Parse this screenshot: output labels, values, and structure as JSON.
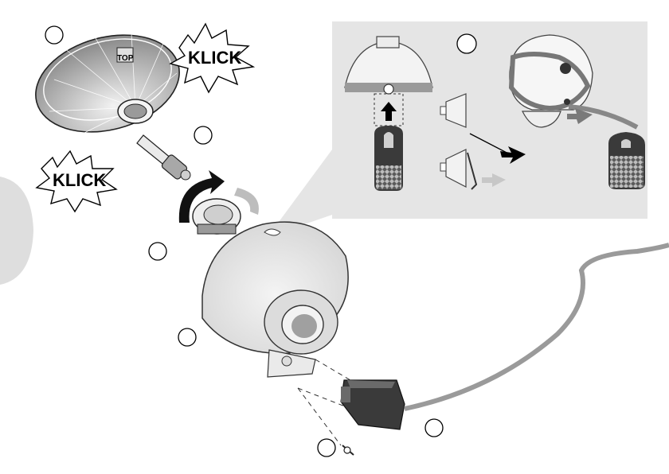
{
  "labels": {
    "klick_top": "KLICK",
    "klick_bottom": "KLICK",
    "top_marker": "TOP"
  },
  "callouts": [
    "",
    "",
    "",
    "",
    "",
    "",
    ""
  ],
  "icons": {
    "bulb": "bulb-icon",
    "screw": "screw-icon",
    "rotate": "rotate-arrow-icon",
    "push": "push-arrow-icon"
  },
  "colors": {
    "inset_bg": "#e5e5e5",
    "band": "#9a9a9a",
    "lamp_body": "#e9e9e9",
    "plug": "#3a3a3a",
    "cable": "#9a9a9a"
  }
}
